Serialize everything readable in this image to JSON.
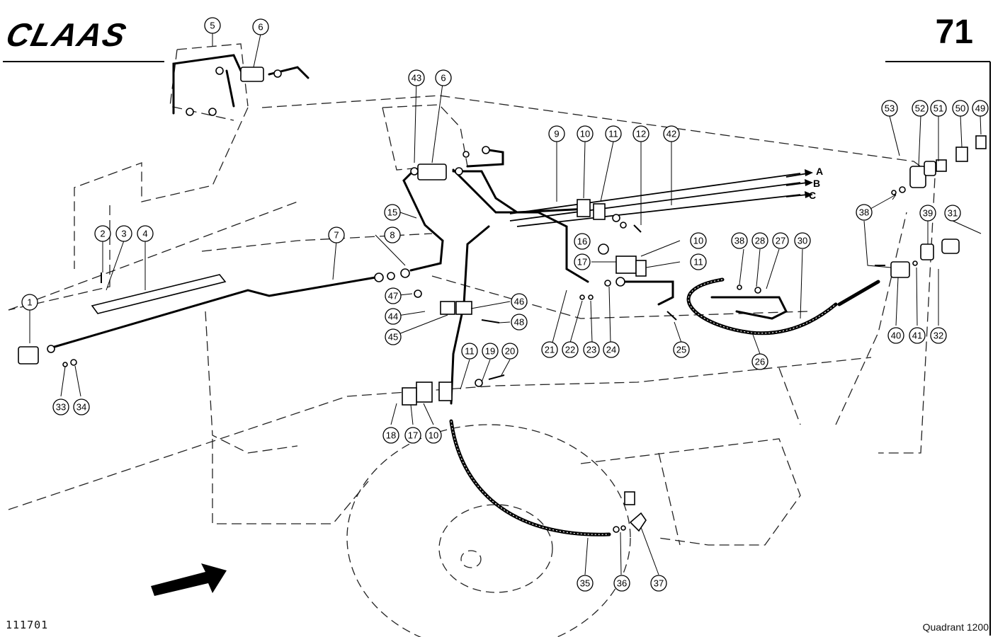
{
  "header": {
    "brand": "CLAAS",
    "page_number": "71"
  },
  "footer": {
    "doc_code": "111701",
    "model": "Quadrant 1200"
  },
  "connection_labels": [
    "A",
    "B",
    "C"
  ],
  "callouts": [
    {
      "id": "c1",
      "label": "1"
    },
    {
      "id": "c2",
      "label": "2"
    },
    {
      "id": "c3",
      "label": "3"
    },
    {
      "id": "c4",
      "label": "4"
    },
    {
      "id": "c5",
      "label": "5"
    },
    {
      "id": "c6a",
      "label": "6"
    },
    {
      "id": "c6b",
      "label": "6"
    },
    {
      "id": "c7",
      "label": "7"
    },
    {
      "id": "c8",
      "label": "8"
    },
    {
      "id": "c9",
      "label": "9"
    },
    {
      "id": "c10a",
      "label": "10"
    },
    {
      "id": "c10b",
      "label": "10"
    },
    {
      "id": "c10c",
      "label": "10"
    },
    {
      "id": "c11a",
      "label": "11"
    },
    {
      "id": "c11b",
      "label": "11"
    },
    {
      "id": "c11c",
      "label": "11"
    },
    {
      "id": "c12",
      "label": "12"
    },
    {
      "id": "c15",
      "label": "15"
    },
    {
      "id": "c16",
      "label": "16"
    },
    {
      "id": "c17a",
      "label": "17"
    },
    {
      "id": "c17b",
      "label": "17"
    },
    {
      "id": "c18",
      "label": "18"
    },
    {
      "id": "c19",
      "label": "19"
    },
    {
      "id": "c20",
      "label": "20"
    },
    {
      "id": "c21",
      "label": "21"
    },
    {
      "id": "c22",
      "label": "22"
    },
    {
      "id": "c23",
      "label": "23"
    },
    {
      "id": "c24",
      "label": "24"
    },
    {
      "id": "c25",
      "label": "25"
    },
    {
      "id": "c26",
      "label": "26"
    },
    {
      "id": "c27",
      "label": "27"
    },
    {
      "id": "c28",
      "label": "28"
    },
    {
      "id": "c30",
      "label": "30"
    },
    {
      "id": "c31",
      "label": "31"
    },
    {
      "id": "c32",
      "label": "32"
    },
    {
      "id": "c33",
      "label": "33"
    },
    {
      "id": "c34",
      "label": "34"
    },
    {
      "id": "c35",
      "label": "35"
    },
    {
      "id": "c36",
      "label": "36"
    },
    {
      "id": "c37",
      "label": "37"
    },
    {
      "id": "c38a",
      "label": "38"
    },
    {
      "id": "c38b",
      "label": "38"
    },
    {
      "id": "c39",
      "label": "39"
    },
    {
      "id": "c40",
      "label": "40"
    },
    {
      "id": "c41",
      "label": "41"
    },
    {
      "id": "c42",
      "label": "42"
    },
    {
      "id": "c43",
      "label": "43"
    },
    {
      "id": "c44",
      "label": "44"
    },
    {
      "id": "c45",
      "label": "45"
    },
    {
      "id": "c46",
      "label": "46"
    },
    {
      "id": "c47",
      "label": "47"
    },
    {
      "id": "c48",
      "label": "48"
    },
    {
      "id": "c49",
      "label": "49"
    },
    {
      "id": "c50",
      "label": "50"
    },
    {
      "id": "c51",
      "label": "51"
    },
    {
      "id": "c52",
      "label": "52"
    },
    {
      "id": "c53",
      "label": "53"
    }
  ]
}
